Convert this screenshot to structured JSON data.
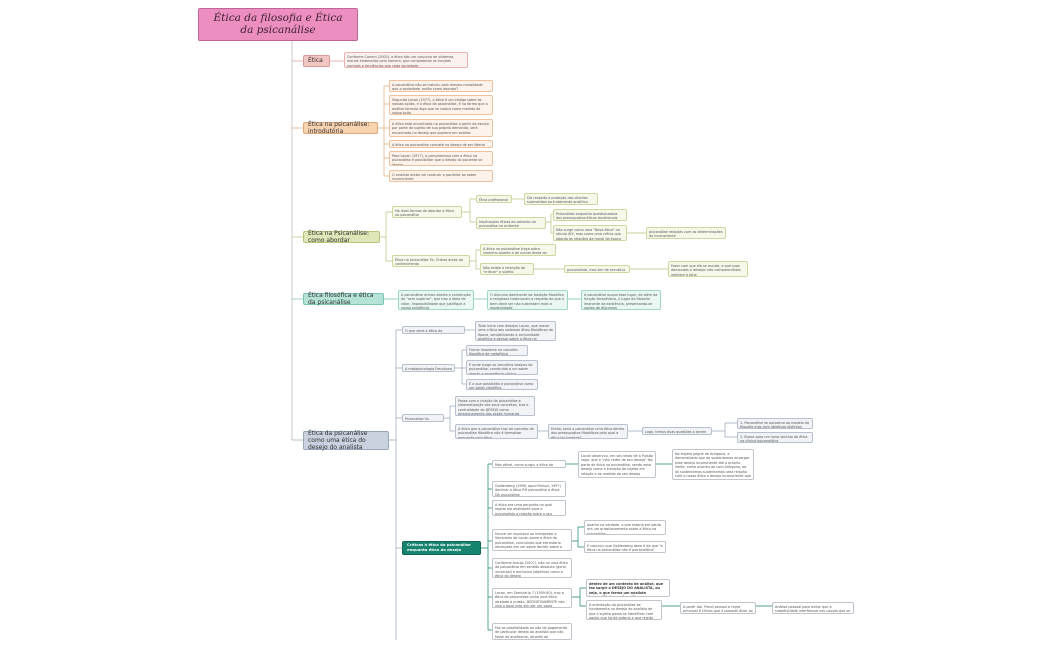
{
  "title": "Ética da filosofia e Ética da psicanálise",
  "topics": {
    "etica": "Ética",
    "introd": "Ética na psicanálise: introdutória",
    "como_abordar": "Ética na Psicanálise: como abordar",
    "filosofica": "Ética filosófica e ética da psicanálise",
    "desejo": "Ética da psicanálise como uma ética do desejo do analista",
    "critica": "Críticas à ética da psicanálise enquanto ética do desejo"
  },
  "etica_nodes": {
    "n1": "Conforme Comim (2000), a ética são um conjunto de sistemas morais elaborados pelo homem, que compreende as funções normais e tendências que cada sociedade"
  },
  "introd_nodes": {
    "n1": "A psicanálise não se instruiu pelo mesmo moralidade que a sociedade, então como abordar?",
    "n2": "Segundo Lacan (1977), a ética é um código sobre as nossas ações, e a ética da psicanálise, é na forma que a análise formula algo que se coloca como medida de nossa ação",
    "n3": "A ética está encontrada na psicanálise a partir da escuta por parte do sujeito de sua própria demanda, será encontrada no desejo que aparece em análise",
    "n4": "A ética na psicanálise consiste no desejo de ser liberto",
    "n5": "Para Lacan (1977), o compromisso com a ética na psicanálise é possibilitar que o desejo do paciente se liberte",
    "n6": "O analista então vai conduzir o paciente ao saber inconsciente"
  },
  "abordar_nodes": {
    "duas_formas": "Há duas formas de abordar a ética na psicanálise",
    "profissional": "Ética profissional",
    "protecao": "Diz respeito à proteção dos clientes submetidos ao tratamento analítico",
    "implicacoes": "Implicações éticas do advento da psicanálise no ocidente",
    "questionado": "Psicanálise enquanto questionadora dos pressupostos éticos tradicionais",
    "nova_etica": "Não surge como uma \"Nova ética\" no século XIX, mas como uma crítica que aborda as relações da moral da época",
    "determinacoes": "psicanálise relações com as determinações do inconsciente",
    "vs_outras": "Ética na psicanálise Vs. Outras áreas do conhecimento",
    "nao_confinada": "A ética na psicanálise traça outra caminho quanto a de outras áreas do conhecimento",
    "critica_intencao": "Não existe a intenção de \"criticar\" o sujeito",
    "psicanalista": "psicanalista, mas sim de escutá-lo",
    "fazer": "Fazer com que ele se escute, e que suas demandas e desejos não compreendidos venham à tona"
  },
  "filosofica_nodes": {
    "n1": "A psicanálise entrou aberta a construção do \"sem superior\", que traz a ideia de valor, impossibilidade que justifique a nossa existência",
    "n2": "O discurso dominante da tradição filosófica e religiosas tradicionais a respeito do que o bem deve ser não sustentam mais a modernidade",
    "n3": "A psicanálise ocupa esse lugar, de além da função terapêutica, o lugar da filosofia imanente da existência, presentando-se vazios de discursos"
  },
  "desejo_nodes": {
    "o_que_seria": "O que seria a ética da psicanálise?",
    "o_que_seria_resp": "Todo início com desejos Lacan, que mover uma crítica aos sistemas ético-filosóficos da época, sensibilizando a comunidade analítica e pensar sobre a ética na psicanálise",
    "metapsicologia": "A metapsicologia Freudiana",
    "meta1": "Forma imanente no conceito filosófico de metafísica",
    "meta2": "É onde surge os conceitos basicos da psicanálise, construída a um saber aberto a experiência clínica",
    "meta3": "É o que possibilita a psicanálise como um saber científico",
    "vs_etica": "Psicanálise Vs. Ética?",
    "vs1": "Passa com a criação da psicanálise e sistematização dos seus conceitos, traz a centralidade do DESEJO como direcionamento das ações humanas",
    "vs2": "A ética que a psicanálise traz ao conceito de psicanálise filosófica não é formalizar enquanto uma ética",
    "entao": "Então, seria a psicanálise uma ética dentro dos pressupostos filosóficos pelo qual a ética foi fundada?",
    "logo": "Logo, temos duas questões a serem abordadas",
    "q1": "1. Psicanálise se aproxima ao modelo da filosofia mas com objetivos distintos dela",
    "q2": "2. Busca para um novo sentido da ética na clínica psicanalítica"
  },
  "critica_nodes": {
    "mas_afinal": "Mas afinal, como surgiu a ética do desejo?",
    "lacan_observa": "Lacan observou, em seu texto de a Pulsão sapo, que o \"não ceder de seu desejo\" faz parte da ética na psicanálise, sendo esse desejo como a tradição do sujeito em relação e ao medida do seu desejo",
    "no_trajeto": "No trajeto pegue de Antígona, a demonstrado que ao sustentamos enxergar esse desejo inconsciente até o próprio limite, como ocorreu ao com Antígona, ao ali sustentamos sustentamos uma relação com o nosso ético o desejo inconsciente que nos habita",
    "goldenberg": "Goldenberg (1996, apud Riniuzi, 1997) declinar a ética RH psicanálise a ética DA psicanálise",
    "etica_pergunta": "A ética era uma pergunta no qual regida ala analisante para o psicanalista a relação entre o seu desejo e a ação que realizaram",
    "houve": "Houve um equívoco ao interpretar o Seminário de Lacan sobre a ética da psicanálise, concluindo que ela estaria alicerçada em um sobre decidir sobre a ética da Psicanálise",
    "quanto": "quanto na verdade, o que estaria em pauta era um questionamento sobre a ética na psicanálise",
    "concluiu": "E concluiu que Goldenberg deve é de que \"a ética na psicanálise não é psicanalítica\"",
    "conforme": "Conforme Araujo (2007), não na uma ética da psicanálise em sentido absoluto (geral, universal) e exclusiva (objetiva) como a ética do desejo",
    "lacan_seminario": "Lacan, em Seminário 7 (1959-60), traz a ética da psicanálise como uma ética atrelada à pulsão, DEFINITIVAMENTE não visa o gozo mas sim ser um vazio estrutural",
    "dentro": "dentro de um contexto de análise, que faz surgir o DESEJO DO ANALISTA, ou seja, o que forma um analista transmitindo a psicanálise",
    "a_orientacao": "A orientação da psicanálise se fundamenta no desejo do analista de que o sujeito possa se identificar com aquilo que há de próprio e que rejeita",
    "a_partir": "A partir daí, Freud pensou a regra principal é clínica que é possível dizer ao analisando, como por exemplo",
    "analise_pessoal": "Análise pessoal para evitar que a subjetividade interferisse nas causas que se fala apresentadas",
    "faz": "Faz se possibilidade ao não de pagamento de particular desejo do analista que não fosse do analisante, através da sustentação do seu ato"
  }
}
